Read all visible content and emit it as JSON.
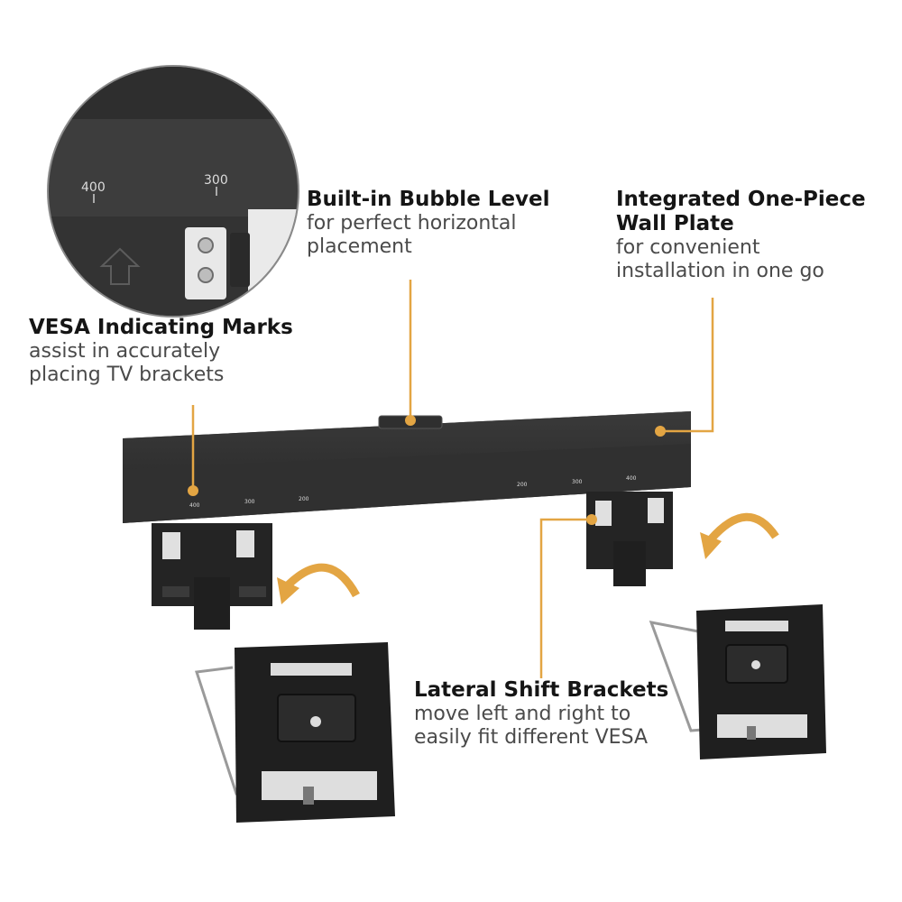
{
  "zoom_inset": {
    "marks": [
      "400",
      "300"
    ]
  },
  "bar_marks": {
    "left": [
      "400",
      "300",
      "200"
    ],
    "right": [
      "200",
      "300",
      "400"
    ]
  },
  "callouts": {
    "bubble_level": {
      "title": "Built-in Bubble Level",
      "desc_lines": [
        "for perfect horizontal",
        "placement"
      ]
    },
    "wall_plate": {
      "title_lines": [
        "Integrated One-Piece",
        "Wall Plate"
      ],
      "desc_lines": [
        "for convenient",
        "installation in one go"
      ]
    },
    "vesa_marks": {
      "title": "VESA Indicating Marks",
      "desc_lines": [
        "assist in accurately",
        "placing TV brackets"
      ]
    },
    "lateral_shift": {
      "title": "Lateral Shift Brackets",
      "desc_lines": [
        "move left and right to",
        "easily fit different VESA"
      ]
    }
  },
  "colors": {
    "accent": "#E3A543",
    "dark": "#2a2a2a",
    "bracket": "#232323"
  }
}
